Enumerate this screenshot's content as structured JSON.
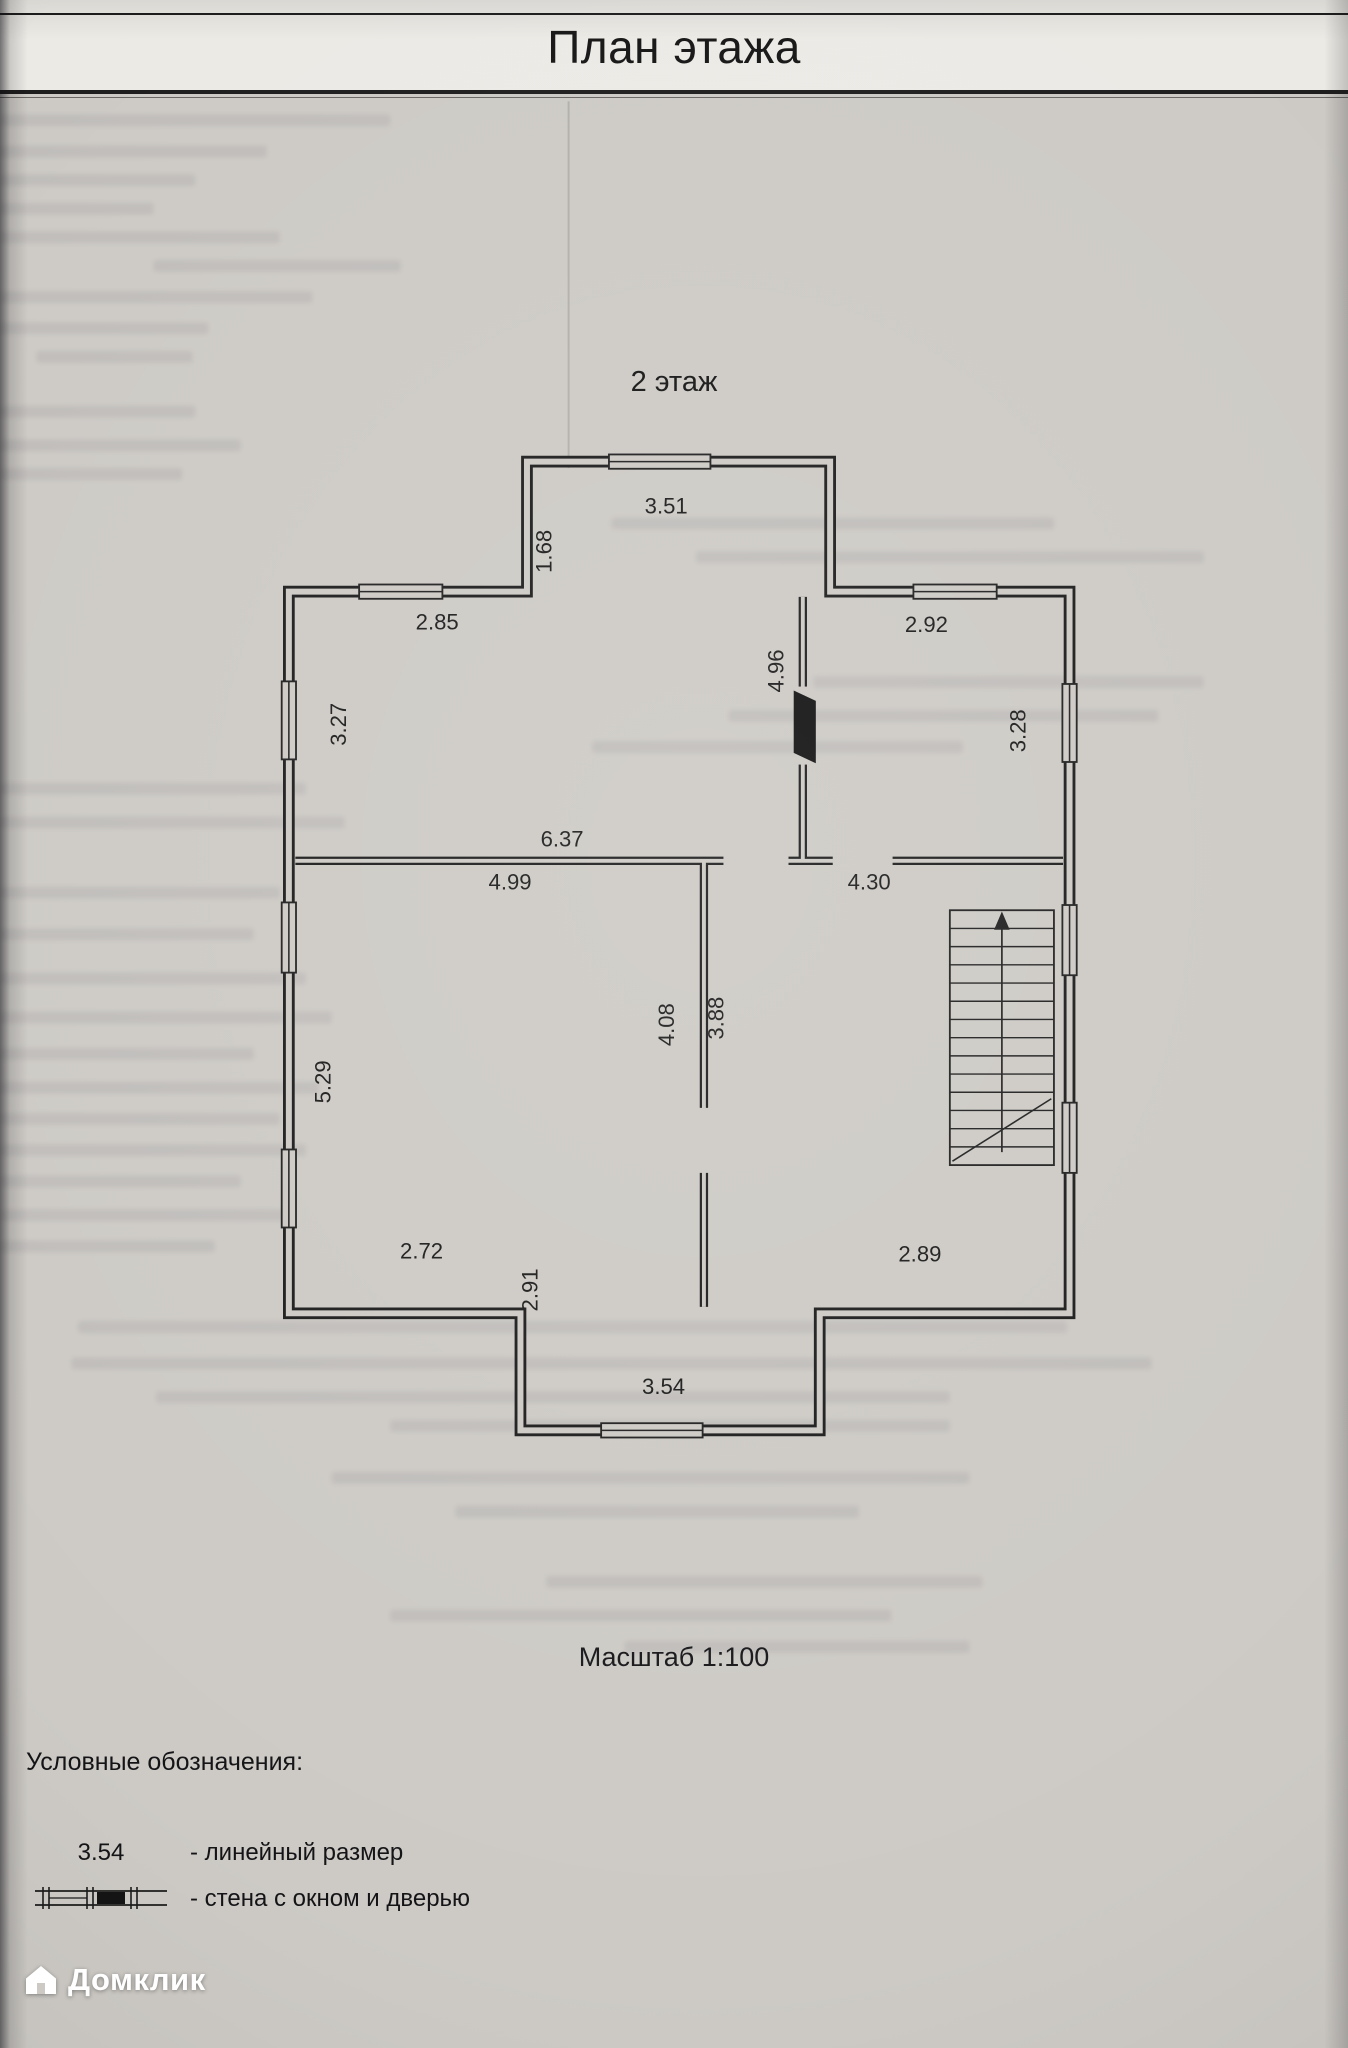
{
  "page": {
    "title": "План этажа",
    "floor_label": "2 этаж",
    "scale_label": "Масштаб 1:100",
    "watermark": "Домклик"
  },
  "plan": {
    "dims": {
      "bay_width_top": "3.51",
      "bay_depth": "1.68",
      "top_left_span": "2.85",
      "top_right_span": "2.92",
      "upper_mid_height": "4.96",
      "upper_left_height": "3.27",
      "upper_right_height": "3.28",
      "upper_room_width": "6.37",
      "lower_left_room_width": "4.99",
      "lower_right_room_width": "4.30",
      "mid_left_height": "4.08",
      "mid_right_height": "3.88",
      "lower_left_height": "5.29",
      "bottom_left_span": "2.72",
      "bottom_right_span": "2.89",
      "bottom_bay_depth": "2.91",
      "bottom_bay_width": "3.54"
    }
  },
  "legend": {
    "title": "Условные обозначения:",
    "items": [
      {
        "symbol": "3.54",
        "label": "- линейный размер"
      },
      {
        "symbol": "wall-with-window-and-door",
        "label": "- стена с окном и дверью"
      }
    ]
  }
}
